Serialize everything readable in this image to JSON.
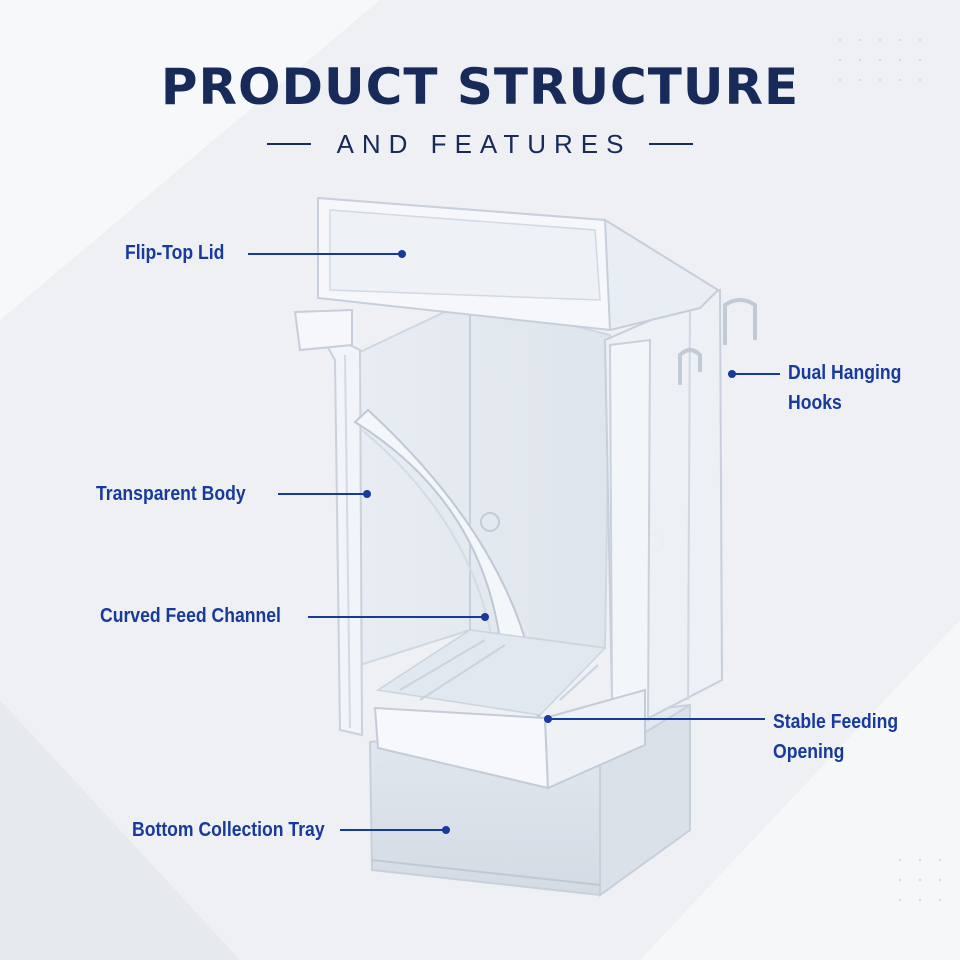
{
  "header": {
    "title": "PRODUCT STRUCTURE",
    "subtitle": "AND FEATURES"
  },
  "callouts": {
    "lid": "Flip-Top Lid",
    "hooks_line1": "Dual Hanging",
    "hooks_line2": "Hooks",
    "body": "Transparent Body",
    "channel": "Curved Feed Channel",
    "opening_line1": "Stable Feeding",
    "opening_line2": "Opening",
    "tray": "Bottom Collection Tray"
  },
  "colors": {
    "heading": "#172a5a",
    "label": "#173a9c",
    "background": "#eef0f3"
  }
}
